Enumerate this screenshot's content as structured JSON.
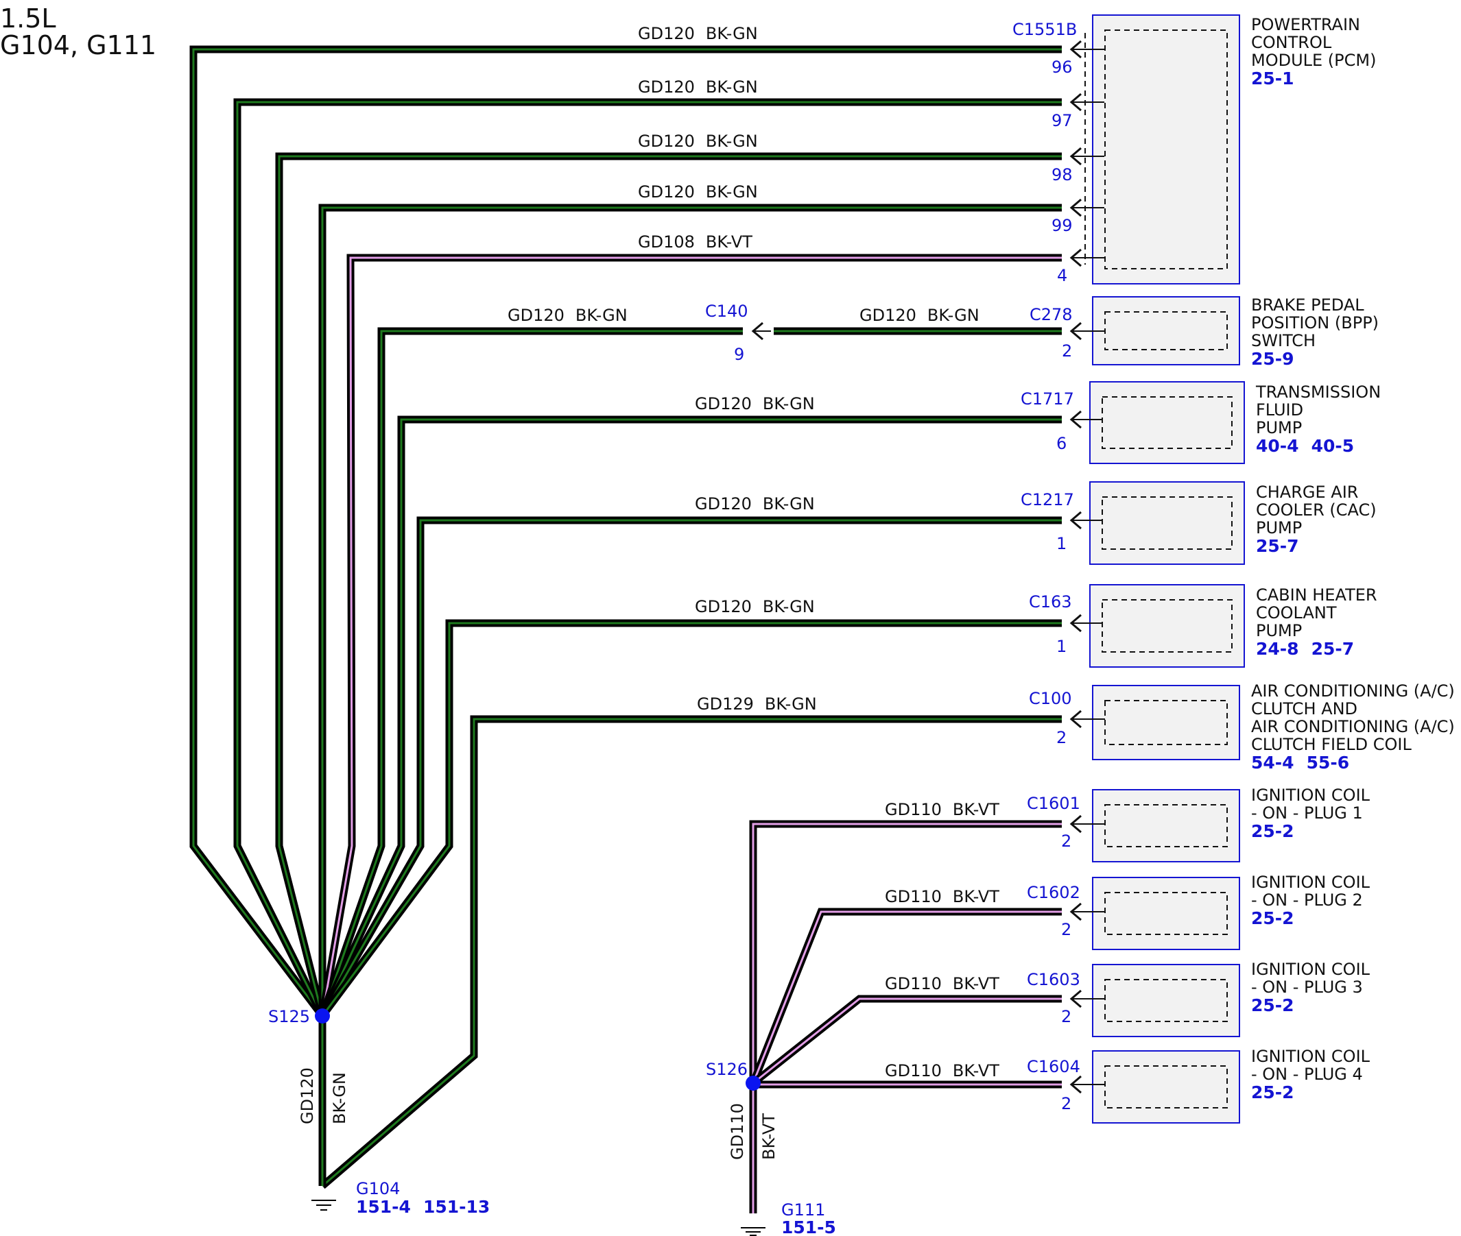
{
  "header": {
    "line1": "1.5L",
    "line2": "G104, G111"
  },
  "colors": {
    "bk_gn_stripe": "#1e7a1e",
    "bk_vt_stripe": "#e29ee6",
    "wire_base": "#000000",
    "connector_blue": "#1414d2",
    "splice": "#0a14f0"
  },
  "branches": [
    {
      "circuit": "GD120",
      "color": "BK-GN",
      "connector": "C1551B",
      "pin": "96"
    },
    {
      "circuit": "GD120",
      "color": "BK-GN",
      "pin": "97"
    },
    {
      "circuit": "GD120",
      "color": "BK-GN",
      "pin": "98"
    },
    {
      "circuit": "GD120",
      "color": "BK-GN",
      "pin": "99"
    },
    {
      "circuit": "GD108",
      "color": "BK-VT",
      "pin": "4"
    },
    {
      "circuit": "GD120",
      "color": "BK-GN",
      "connector": "C278",
      "pin": "2",
      "inline_connector": "C140",
      "inline_pin": "9",
      "left_circuit": "GD120",
      "left_color": "BK-GN"
    },
    {
      "circuit": "GD120",
      "color": "BK-GN",
      "connector": "C1717",
      "pin": "6"
    },
    {
      "circuit": "GD120",
      "color": "BK-GN",
      "connector": "C1217",
      "pin": "1"
    },
    {
      "circuit": "GD120",
      "color": "BK-GN",
      "connector": "C163",
      "pin": "1"
    },
    {
      "circuit": "GD129",
      "color": "BK-GN",
      "connector": "C100",
      "pin": "2"
    },
    {
      "circuit": "GD110",
      "color": "BK-VT",
      "connector": "C1601",
      "pin": "2"
    },
    {
      "circuit": "GD110",
      "color": "BK-VT",
      "connector": "C1602",
      "pin": "2"
    },
    {
      "circuit": "GD110",
      "color": "BK-VT",
      "connector": "C1603",
      "pin": "2"
    },
    {
      "circuit": "GD110",
      "color": "BK-VT",
      "connector": "C1604",
      "pin": "2"
    }
  ],
  "components": [
    {
      "name_lines": [
        "POWERTRAIN",
        "CONTROL",
        "MODULE (PCM)"
      ],
      "refs": [
        "25-1"
      ]
    },
    {
      "name_lines": [
        "BRAKE PEDAL",
        "POSITION (BPP)",
        "SWITCH"
      ],
      "refs": [
        "25-9"
      ]
    },
    {
      "name_lines": [
        "TRANSMISSION",
        "FLUID",
        "PUMP"
      ],
      "refs": [
        "40-4",
        "40-5"
      ]
    },
    {
      "name_lines": [
        "CHARGE AIR",
        "COOLER (CAC)",
        "PUMP"
      ],
      "refs": [
        "25-7"
      ]
    },
    {
      "name_lines": [
        "CABIN HEATER",
        "COOLANT",
        "PUMP"
      ],
      "refs": [
        "24-8",
        "25-7"
      ]
    },
    {
      "name_lines": [
        "AIR CONDITIONING (A/C)",
        "CLUTCH AND",
        "AIR CONDITIONING (A/C)",
        "CLUTCH FIELD COIL"
      ],
      "refs": [
        "54-4",
        "55-6"
      ]
    },
    {
      "name_lines": [
        "IGNITION COIL",
        "- ON - PLUG 1"
      ],
      "refs": [
        "25-2"
      ]
    },
    {
      "name_lines": [
        "IGNITION COIL",
        "- ON - PLUG 2"
      ],
      "refs": [
        "25-2"
      ]
    },
    {
      "name_lines": [
        "IGNITION COIL",
        "- ON - PLUG 3"
      ],
      "refs": [
        "25-2"
      ]
    },
    {
      "name_lines": [
        "IGNITION COIL",
        "- ON - PLUG 4"
      ],
      "refs": [
        "25-2"
      ]
    }
  ],
  "splices": [
    {
      "id": "S125",
      "down_circuit": "GD120",
      "down_color": "BK-GN"
    },
    {
      "id": "S126",
      "down_circuit": "GD110",
      "down_color": "BK-VT"
    }
  ],
  "grounds": [
    {
      "id": "G104",
      "refs": [
        "151-4",
        "151-13"
      ]
    },
    {
      "id": "G111",
      "refs": [
        "151-5"
      ]
    }
  ]
}
